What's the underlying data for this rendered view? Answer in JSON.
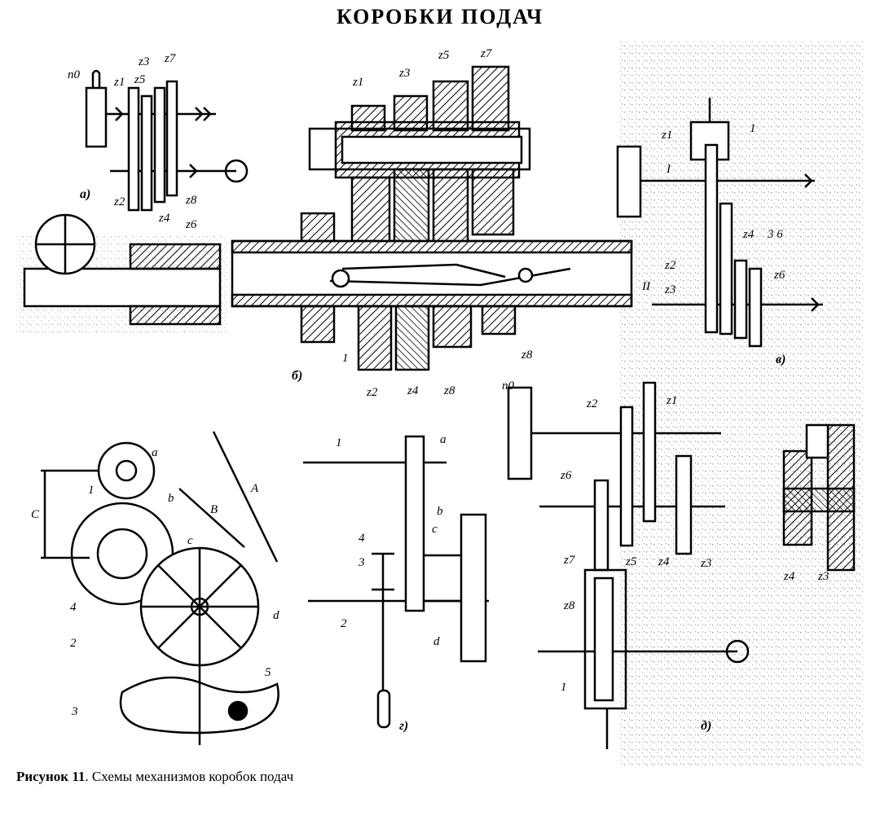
{
  "title": "КОРОБКИ ПОДАЧ",
  "caption": {
    "number": "Рисунок 11",
    "text": ". Схемы механизмов коробок подач"
  },
  "panels": {
    "a": "а)",
    "b": "б)",
    "v": "в)",
    "g": "г)",
    "d": "д)"
  },
  "labels": {
    "a": {
      "n0": "n0",
      "z1": "z1",
      "z3": "z3",
      "z5": "z5",
      "z7": "z7",
      "z2": "z2",
      "z4": "z4",
      "z6": "z6",
      "z8": "z8"
    },
    "b": {
      "z1": "z1",
      "z3": "z3",
      "z5": "z5",
      "z7": "z7",
      "z2": "z2",
      "z4": "z4",
      "z8": "z8",
      "n1": "1",
      "zB": "z8"
    },
    "v": {
      "z1": "z1",
      "n1": "1",
      "roman1": "I",
      "z2": "z2",
      "z3": "z3",
      "z4": "z4",
      "z5z6": "3 6",
      "z6": "z6",
      "roman2": "II"
    },
    "g": {
      "a": "a",
      "b": "b",
      "c": "c",
      "d": "d",
      "n1": "1",
      "n2": "2",
      "n3": "3",
      "n4": "4",
      "A": "A",
      "B": "B",
      "C": "C"
    },
    "gears": {
      "a": "a",
      "b": "b",
      "c": "c",
      "d": "d",
      "s1": "1",
      "s2": "2",
      "s3": "3",
      "s4": "4",
      "s5": "5",
      "C": "C",
      "B": "B",
      "A": "A",
      "n1": "1",
      "n2": "2",
      "n3": "3",
      "n4": "4"
    },
    "d": {
      "n0": "n0",
      "z2": "z2",
      "z1": "z1",
      "z6": "z6",
      "z5": "z5",
      "z4": "z4",
      "z3": "z3",
      "z7": "z7",
      "z8": "z8",
      "n1": "1"
    },
    "side": {
      "z4": "z4",
      "z3": "z3"
    }
  }
}
